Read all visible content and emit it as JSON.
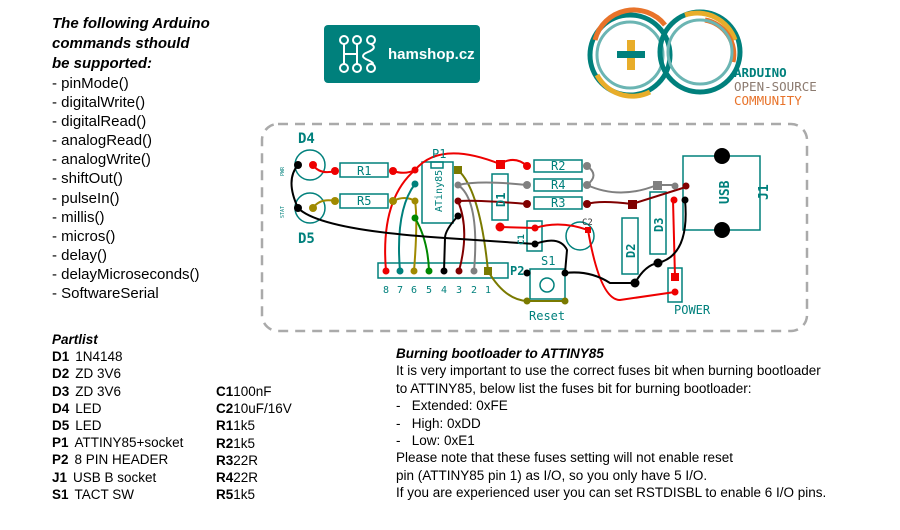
{
  "intro": {
    "title_lines": [
      "The following Arduino",
      "commands sthould",
      "be supported:"
    ],
    "commands": [
      "- pinMode()",
      "- digitalWrite()",
      "- digitalRead()",
      "- analogRead()",
      "- analogWrite()",
      "- shiftOut()",
      "- pulseIn()",
      "- millis()",
      "- micros()",
      "- delay()",
      "- delayMicroseconds()",
      "- SoftwareSerial"
    ]
  },
  "logos": {
    "hamshop": "hamshop.cz",
    "arduino": [
      "ARDUINO",
      "OPEN-SOURCE",
      "COMMUNITY"
    ]
  },
  "board": {
    "D4": "D4",
    "D5": "D5",
    "PWR": "PWR",
    "STAT": "STAT",
    "R1": "R1",
    "R2": "R2",
    "R3": "R3",
    "R4": "R4",
    "R5": "R5",
    "P1": "P1",
    "chip": "ATiny85",
    "D1": "D1",
    "D2": "D2",
    "D3": "D3",
    "C1": "C1",
    "C2": "C2",
    "S1": "S1",
    "reset": "Reset",
    "P2": "P2",
    "J1": "J1",
    "usb": "USB",
    "power": "POWER",
    "pins": [
      "8",
      "7",
      "6",
      "5",
      "4",
      "3",
      "2",
      "1"
    ]
  },
  "partlist": {
    "title": "Partlist",
    "col1": [
      [
        "D1",
        "1N4148"
      ],
      [
        "D2",
        "ZD 3V6"
      ],
      [
        "D3",
        "ZD 3V6"
      ],
      [
        "D4",
        "LED"
      ],
      [
        "D5",
        "LED"
      ],
      [
        "P1",
        "ATTINY85+socket"
      ],
      [
        "P2",
        "8 PIN HEADER"
      ],
      [
        "J1",
        "USB B socket"
      ],
      [
        "S1",
        "TACT SW"
      ]
    ],
    "col2": [
      [
        "C1",
        "100nF"
      ],
      [
        "C2",
        "10uF/16V"
      ],
      [
        "R1",
        "1k5"
      ],
      [
        "R2",
        "1k5"
      ],
      [
        "R3",
        "22R"
      ],
      [
        "R4",
        "22R"
      ],
      [
        "R5",
        "1k5"
      ]
    ]
  },
  "bootloader": {
    "title": "Burning bootloader to ATTINY85",
    "lines": [
      "It is very important to use the correct fuses bit when burning bootloader",
      "to ATTINY85, below list the fuses bit for burning bootloader:",
      "-   Extended: 0xFE",
      "-   High: 0xDD",
      "-   Low: 0xE1",
      "Please note that these fuses setting will not enable reset",
      "pin (ATTINY85 pin 1) as I/O, so you only have 5 I/O.",
      "If you are experienced user you can set RSTDISBL to enable 6 I/O pins."
    ]
  },
  "colors": {
    "teal": "#00807c",
    "red": "#ee0000",
    "olive": "#a08a00",
    "darkred": "#800000",
    "gray": "#808080",
    "orange": "#e8732a",
    "yellow": "#e8ad2a"
  }
}
